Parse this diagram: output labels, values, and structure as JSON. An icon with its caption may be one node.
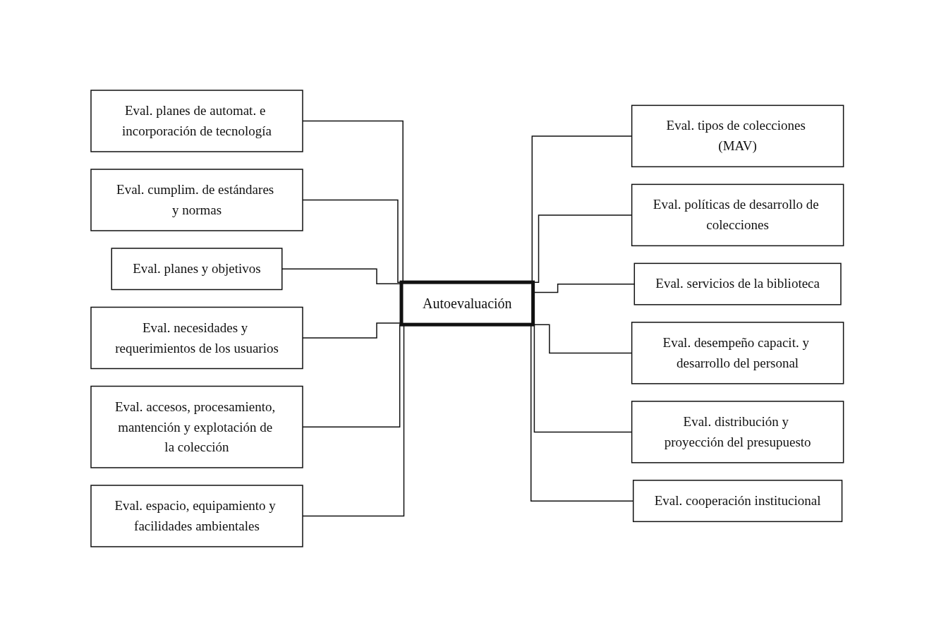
{
  "diagram": {
    "nodes": [
      {
        "text": [
          "Autoevaluación"
        ]
      },
      {
        "text": [
          "Eval. planes de automat. e incorporación de tecnología"
        ]
      },
      {
        "text": [
          "Eval. cumplim. de estándares y normas"
        ]
      },
      {
        "text": [
          "Eval. planes y objetivos"
        ]
      },
      {
        "text": [
          "Eval. necesidades y requerimientos de los usuarios"
        ]
      },
      {
        "text": [
          "Eval. accesos, procesamiento, mantención y explotación de la colección"
        ]
      },
      {
        "text": [
          "Eval. espacio, equipamiento y facilidades ambientales"
        ]
      },
      {
        "text": [
          "Eval. tipos de colecciones (MAV)"
        ]
      },
      {
        "text": [
          "Eval. políticas de desarrollo de colecciones"
        ]
      },
      {
        "text": [
          "Eval. servicios de la biblioteca"
        ]
      },
      {
        "text": [
          "Eval. desempeño capacit. y desarrollo del personal"
        ]
      },
      {
        "text": [
          "Eval. distribución y proyección del presupuesto"
        ]
      },
      {
        "text": [
          "Eval. cooperación institucional"
        ]
      }
    ],
    "edges": [
      {
        "from": 1,
        "to": 0,
        "arrow": "none"
      },
      {
        "from": 2,
        "to": 0,
        "arrow": "none"
      },
      {
        "from": 3,
        "to": 0,
        "arrow": "none"
      },
      {
        "from": 4,
        "to": 0,
        "arrow": "none"
      },
      {
        "from": 5,
        "to": 0,
        "arrow": "none"
      },
      {
        "from": 6,
        "to": 0,
        "arrow": "none"
      },
      {
        "from": 0,
        "to": 7,
        "arrow": "none"
      },
      {
        "from": 0,
        "to": 8,
        "arrow": "none"
      },
      {
        "from": 0,
        "to": 9,
        "arrow": "none"
      },
      {
        "from": 0,
        "to": 10,
        "arrow": "none"
      },
      {
        "from": 0,
        "to": 11,
        "arrow": "none"
      },
      {
        "from": 0,
        "to": 12,
        "arrow": "none"
      }
    ]
  }
}
